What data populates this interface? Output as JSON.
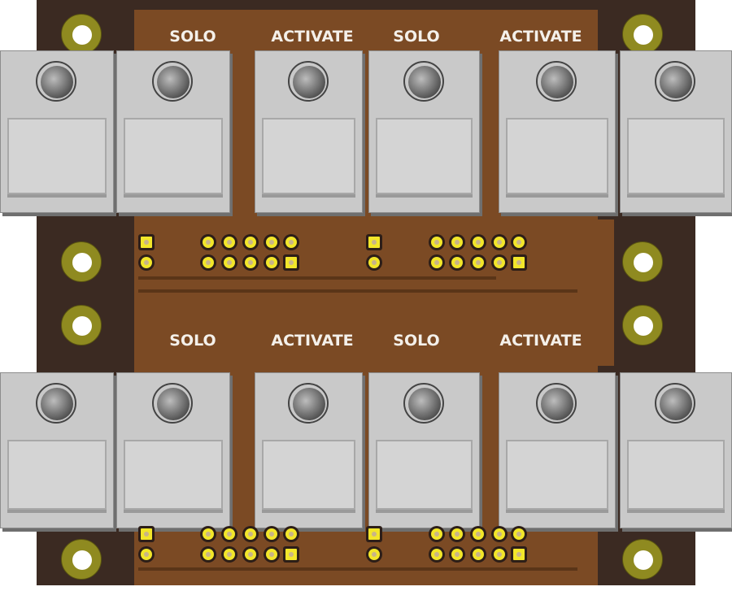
{
  "title": "PCB 3D view - solo/activate switch board",
  "labels": {
    "top": [
      "SOLO",
      "ACTIVATE",
      "SOLO",
      "ACTIVATE"
    ],
    "bottom": [
      "SOLO",
      "ACTIVATE",
      "SOLO",
      "ACTIVATE"
    ]
  },
  "colors": {
    "board": "#3b2a22",
    "copper": "#7b4a24",
    "pad": "#f2e62a",
    "hole": "#8f8a20",
    "switch": "#c9c9c9"
  }
}
